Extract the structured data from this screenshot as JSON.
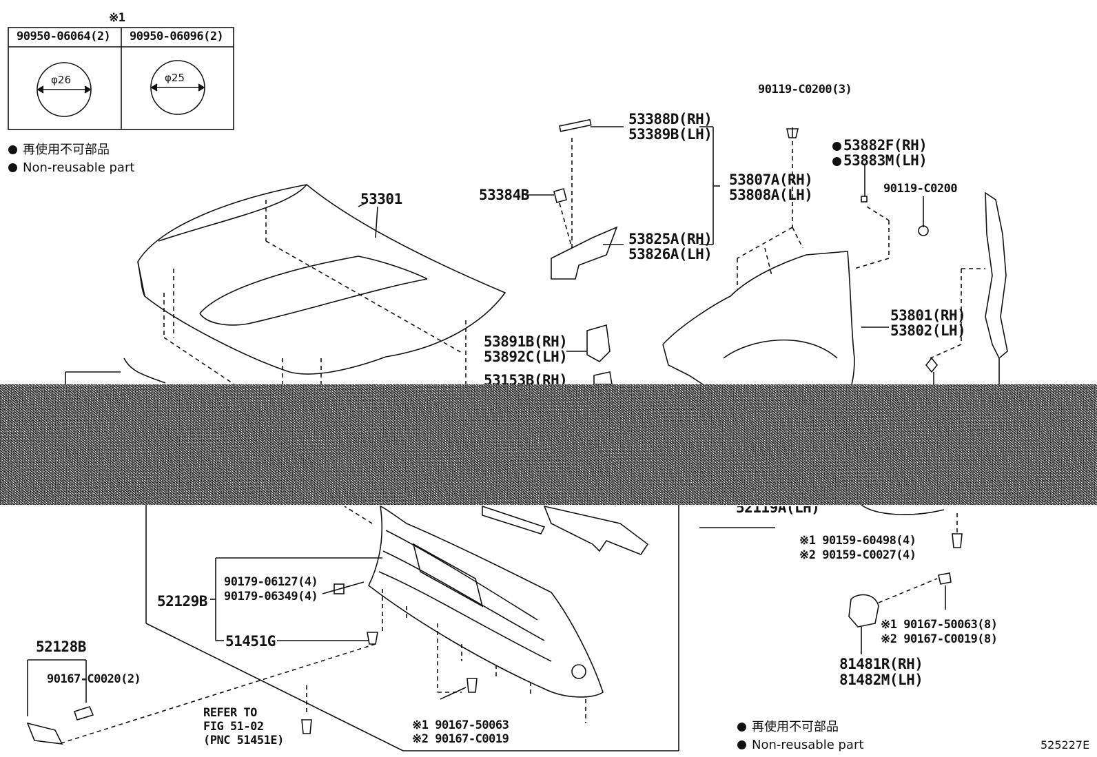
{
  "diagram_id": "525227E",
  "callouts": {
    "asterisk1_header": "※1",
    "table_part_a": "90950-06064(2)",
    "table_part_b": "90950-06096(2)",
    "dia_a": "φ26",
    "dia_b": "φ25",
    "note_jp": "再使用不可部品",
    "note_en": "Non-reusable part",
    "hood": "53301",
    "p53384B": "53384B",
    "p53388D": "53388D(RH)",
    "p53389B": "53389B(LH)",
    "p53807A": "53807A(RH)",
    "p53808A": "53808A(LH)",
    "p53825A": "53825A(RH)",
    "p53826A": "53826A(LH)",
    "p90119_3": "90119-C0200(3)",
    "p53882F": "53882F(RH)",
    "p53883M": "53883M(LH)",
    "p90119": "90119-C0200",
    "p53801": "53801(RH)",
    "p53802": "53802(LH)",
    "p53891B": "53891B(RH)",
    "p53892C": "53892C(LH)",
    "p53153B_partial": "53153B(RH)",
    "p52119A_partial": "52119A(LH)",
    "p90159_a": "※1 90159-60498(4)",
    "p90159_b": "※2 90159-C0027(4)",
    "p90167_s1": "※1 90167-50063(8)",
    "p90167_s2": "※2 90167-C0019(8)",
    "p81481R": "81481R(RH)",
    "p81482M": "81482M(LH)",
    "p90179_a": "90179-06127(4)",
    "p90179_b": "90179-06349(4)",
    "p52129B": "52129B",
    "p51451G": "51451G",
    "p52128B": "52128B",
    "p90167_c0020": "90167-C0020(2)",
    "refer_1": "REFER TO",
    "refer_2": "FIG 51-02",
    "refer_3": "(PNC 51451E)",
    "p90167_b1": "※1 90167-50063",
    "p90167_b2": "※2 90167-C0019"
  }
}
